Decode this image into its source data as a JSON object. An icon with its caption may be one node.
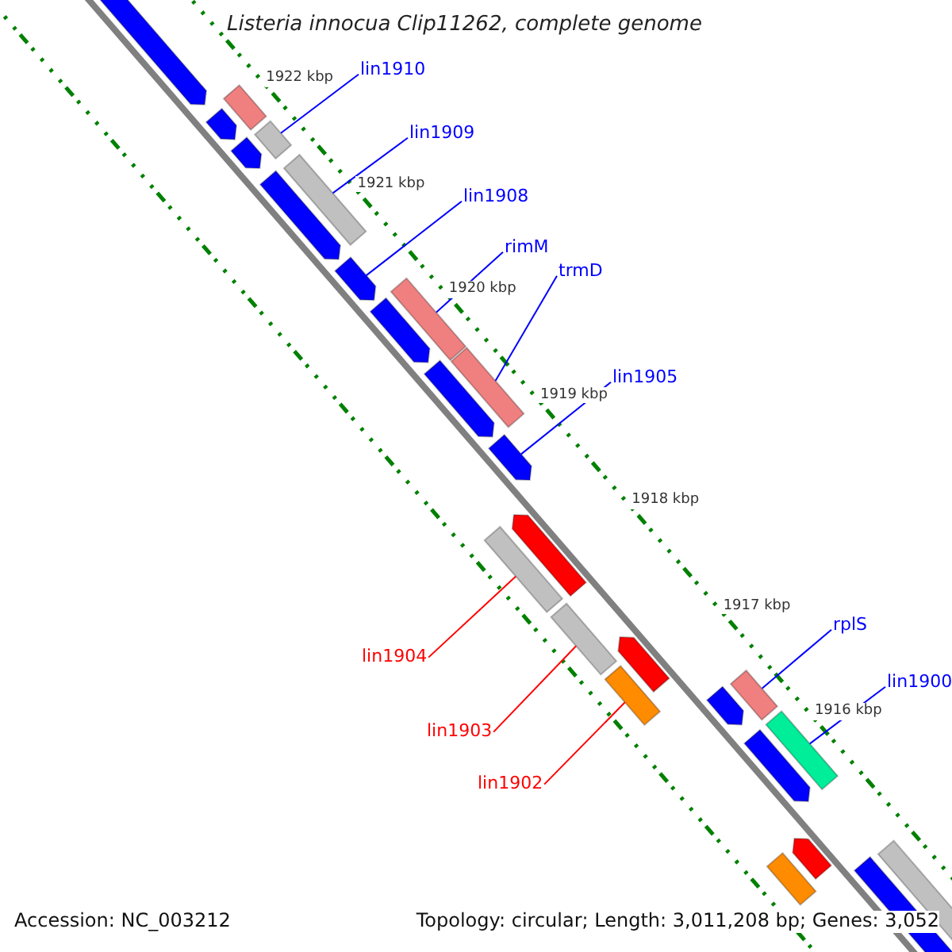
{
  "diagram": {
    "title": "Listeria innocua Clip11262, complete genome",
    "nodes": [
      {
        "text": [
          "lin1910"
        ]
      },
      {
        "text": [
          "lin1909"
        ]
      },
      {
        "text": [
          "lin1908"
        ]
      },
      {
        "text": [
          "rimM"
        ]
      },
      {
        "text": [
          "trmD"
        ]
      },
      {
        "text": [
          "lin1905"
        ]
      },
      {
        "text": [
          "rplS"
        ]
      },
      {
        "text": [
          "lin1900"
        ]
      },
      {
        "text": [
          "lin1904"
        ]
      },
      {
        "text": [
          "lin1903"
        ]
      },
      {
        "text": [
          "lin1902"
        ]
      },
      {
        "text": [],
        "shape": "pentagon"
      },
      {
        "text": [],
        "shape": "bar"
      },
      {
        "text": [],
        "shape": "pentagon"
      },
      {
        "text": [],
        "shape": "pentagon"
      },
      {
        "text": [],
        "shape": "bar"
      },
      {
        "text": [],
        "shape": "pentagon"
      },
      {
        "text": [],
        "shape": "bar"
      },
      {
        "text": [],
        "shape": "pentagon"
      },
      {
        "text": [],
        "shape": "bar"
      },
      {
        "text": [],
        "shape": "pentagon"
      },
      {
        "text": [],
        "shape": "pentagon"
      },
      {
        "text": [],
        "shape": "bar"
      },
      {
        "text": [],
        "shape": "pentagon"
      },
      {
        "text": [],
        "shape": "bar"
      },
      {
        "text": [],
        "shape": "pentagon"
      },
      {
        "text": [],
        "shape": "bar"
      },
      {
        "text": [],
        "shape": "pentagon"
      },
      {
        "text": [],
        "shape": "bar"
      },
      {
        "text": [],
        "shape": "pentagon"
      },
      {
        "text": [],
        "shape": "bar"
      },
      {
        "text": [],
        "shape": "pentagon"
      },
      {
        "text": [],
        "shape": "bar"
      },
      {
        "text": [],
        "shape": "pentagon"
      },
      {
        "text": [],
        "shape": "bar"
      },
      {
        "text": [],
        "shape": "pentagon"
      },
      {
        "text": [],
        "shape": "bar"
      }
    ],
    "edges": [
      {
        "from": 0,
        "to": 15,
        "arrow": "none"
      },
      {
        "from": 1,
        "to": 17,
        "arrow": "none"
      },
      {
        "from": 2,
        "to": 18,
        "arrow": "none"
      },
      {
        "from": 3,
        "to": 19,
        "arrow": "none"
      },
      {
        "from": 4,
        "to": 22,
        "arrow": "none"
      },
      {
        "from": 5,
        "to": 23,
        "arrow": "none"
      },
      {
        "from": 6,
        "to": 30,
        "arrow": "none"
      },
      {
        "from": 7,
        "to": 32,
        "arrow": "none"
      },
      {
        "from": 8,
        "to": 24,
        "arrow": "none",
        "color": "#ff0000"
      },
      {
        "from": 9,
        "to": 26,
        "arrow": "none",
        "color": "#ff0000"
      },
      {
        "from": 10,
        "to": 28,
        "arrow": "none",
        "color": "#ff0000"
      }
    ],
    "labels": [
      "1922 kbp",
      "1921 kbp",
      "1920 kbp",
      "1919 kbp",
      "1918 kbp",
      "1917 kbp",
      "1916 kbp",
      "Accession: NC_003212",
      "Topology: circular; Length: 3,011,208 bp; Genes: 3,052"
    ]
  }
}
